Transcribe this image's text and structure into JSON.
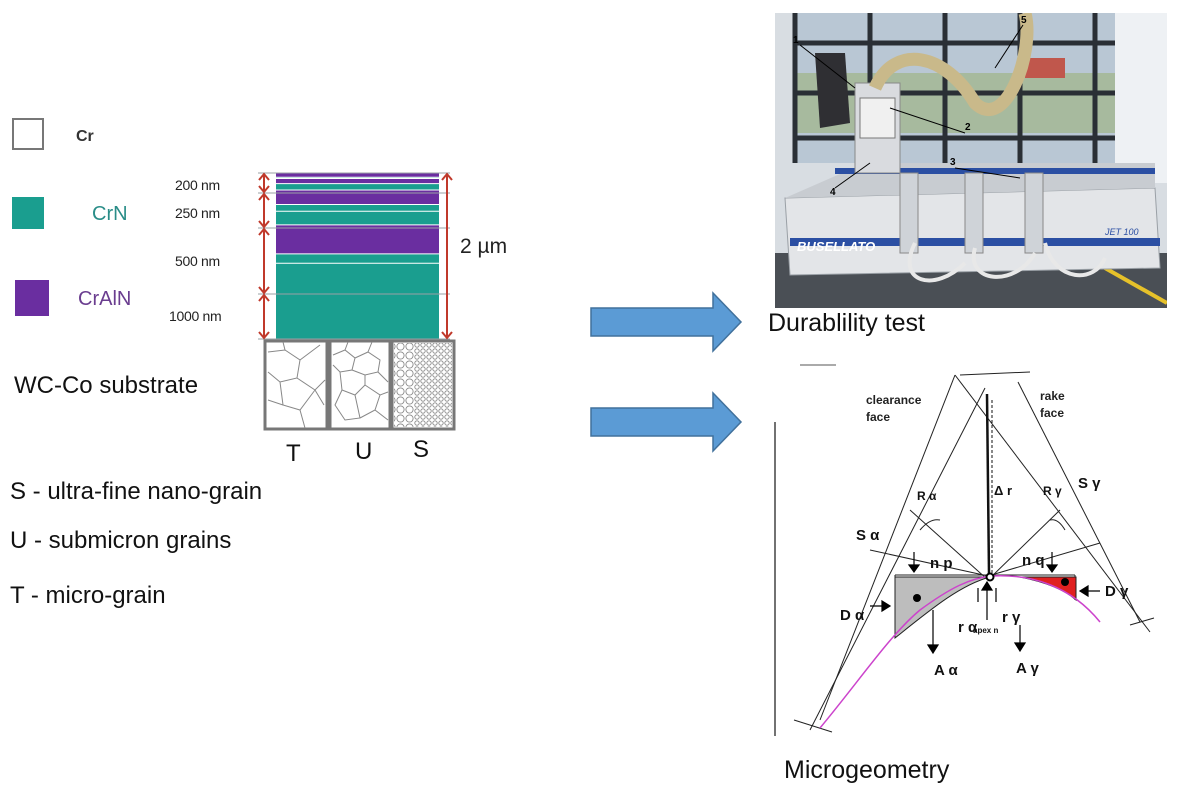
{
  "legend": [
    {
      "label": "Cr",
      "color": "#ffffff",
      "border": "#777777",
      "text_color": "#333333"
    },
    {
      "label": "CrN",
      "color": "#1a9e8f",
      "border": "#1a9e8f",
      "text_color": "#2a8d88"
    },
    {
      "label": "CrAlN",
      "color": "#6a2ea0",
      "border": "#6a2ea0",
      "text_color": "#6a3d8f"
    }
  ],
  "coating": {
    "thickness_labels": [
      "200 nm",
      "250 nm",
      "500 nm",
      "1000 nm"
    ],
    "total_label": "2 µm",
    "layers_nm": [
      {
        "material": "CrAlN",
        "nm": 50
      },
      {
        "material": "CrN",
        "nm": 15
      },
      {
        "material": "CrAlN",
        "nm": 60
      },
      {
        "material": "CrN",
        "nm": 75
      },
      {
        "material": "CrAlN",
        "nm": 170
      },
      {
        "material": "CrN",
        "nm": 80
      },
      {
        "material": "CrN",
        "nm": 160
      },
      {
        "material": "CrAlN",
        "nm": 340
      },
      {
        "material": "CrN",
        "nm": 110
      },
      {
        "material": "CrN",
        "nm": 890
      }
    ],
    "accent_red": "#c0392b"
  },
  "substrate": {
    "label": "WC-Co substrate",
    "grains": [
      "T",
      "U",
      "S"
    ]
  },
  "descriptions": [
    "S - ultra-fine nano-grain",
    "U - submicron grains",
    "T - micro-grain"
  ],
  "arrows": {
    "color": "#5b9bd5",
    "border": "#41719c"
  },
  "photo": {
    "caption": "Durablility test",
    "machine_brand": "BUSELLATO",
    "machine_model": "JET 100",
    "callouts": [
      "1",
      "2",
      "3",
      "4",
      "5"
    ]
  },
  "microgeometry": {
    "caption": "Microgeometry",
    "labels": {
      "clearance_face": "clearance face",
      "rake_face": "rake face",
      "delta_r": "Δ r",
      "S_alpha": "S α",
      "S_gamma": "S γ",
      "R_alpha": "R α",
      "R_gamma": "R γ",
      "n_p": "n p",
      "n_q": "n q",
      "D_alpha": "D α",
      "D_gamma": "D γ",
      "r_alpha": "r α",
      "r_gamma": "r γ",
      "apex_n": "apex n",
      "A_alpha": "A α",
      "A_gamma": "A γ"
    },
    "fill_left": "#bdbdbd",
    "fill_right": "#e02020",
    "curve_color": "#cc44cc"
  }
}
